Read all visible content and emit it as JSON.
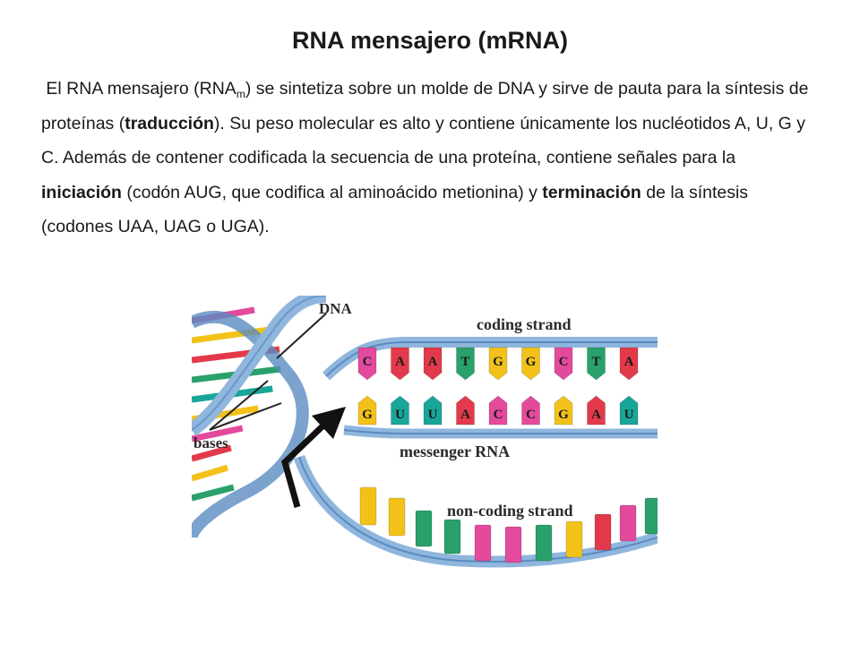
{
  "slide": {
    "title": "RNA mensajero (mRNA)",
    "para": {
      "t1": "El RNA mensajero (RNA",
      "sub": "m",
      "t2": ") se sintetiza sobre un molde de DNA y sirve de pauta para la síntesis de proteínas (",
      "b1": "traducción",
      "t3": "). Su peso molecular es alto y contiene únicamente los nucléotidos A, U, G y C. Además de contener codificada la secuencia de una proteína, contiene señales para la ",
      "b2": "iniciación",
      "t4": " (codón AUG, que codifica al aminoácido metionina) y ",
      "b3": "terminación",
      "t5": " de la síntesis (codones UAA, UAG o UGA)."
    }
  },
  "figure": {
    "labels": {
      "dna": "DNA",
      "coding": "coding strand",
      "bases": "bases",
      "messenger": "messenger RNA",
      "noncoding": "non-coding strand"
    },
    "coding_bases": [
      "C",
      "A",
      "A",
      "T",
      "G",
      "G",
      "C",
      "T",
      "A"
    ],
    "mrna_bases": [
      "G",
      "U",
      "U",
      "A",
      "C",
      "C",
      "G",
      "A",
      "U"
    ],
    "colors": {
      "A": "#e23a4a",
      "C": "#e44a9c",
      "G": "#f2c21a",
      "T": "#2aa06a",
      "U": "#19a59a",
      "backbone": "#8fb6dd",
      "backbone_dark": "#5a8cc0"
    }
  }
}
